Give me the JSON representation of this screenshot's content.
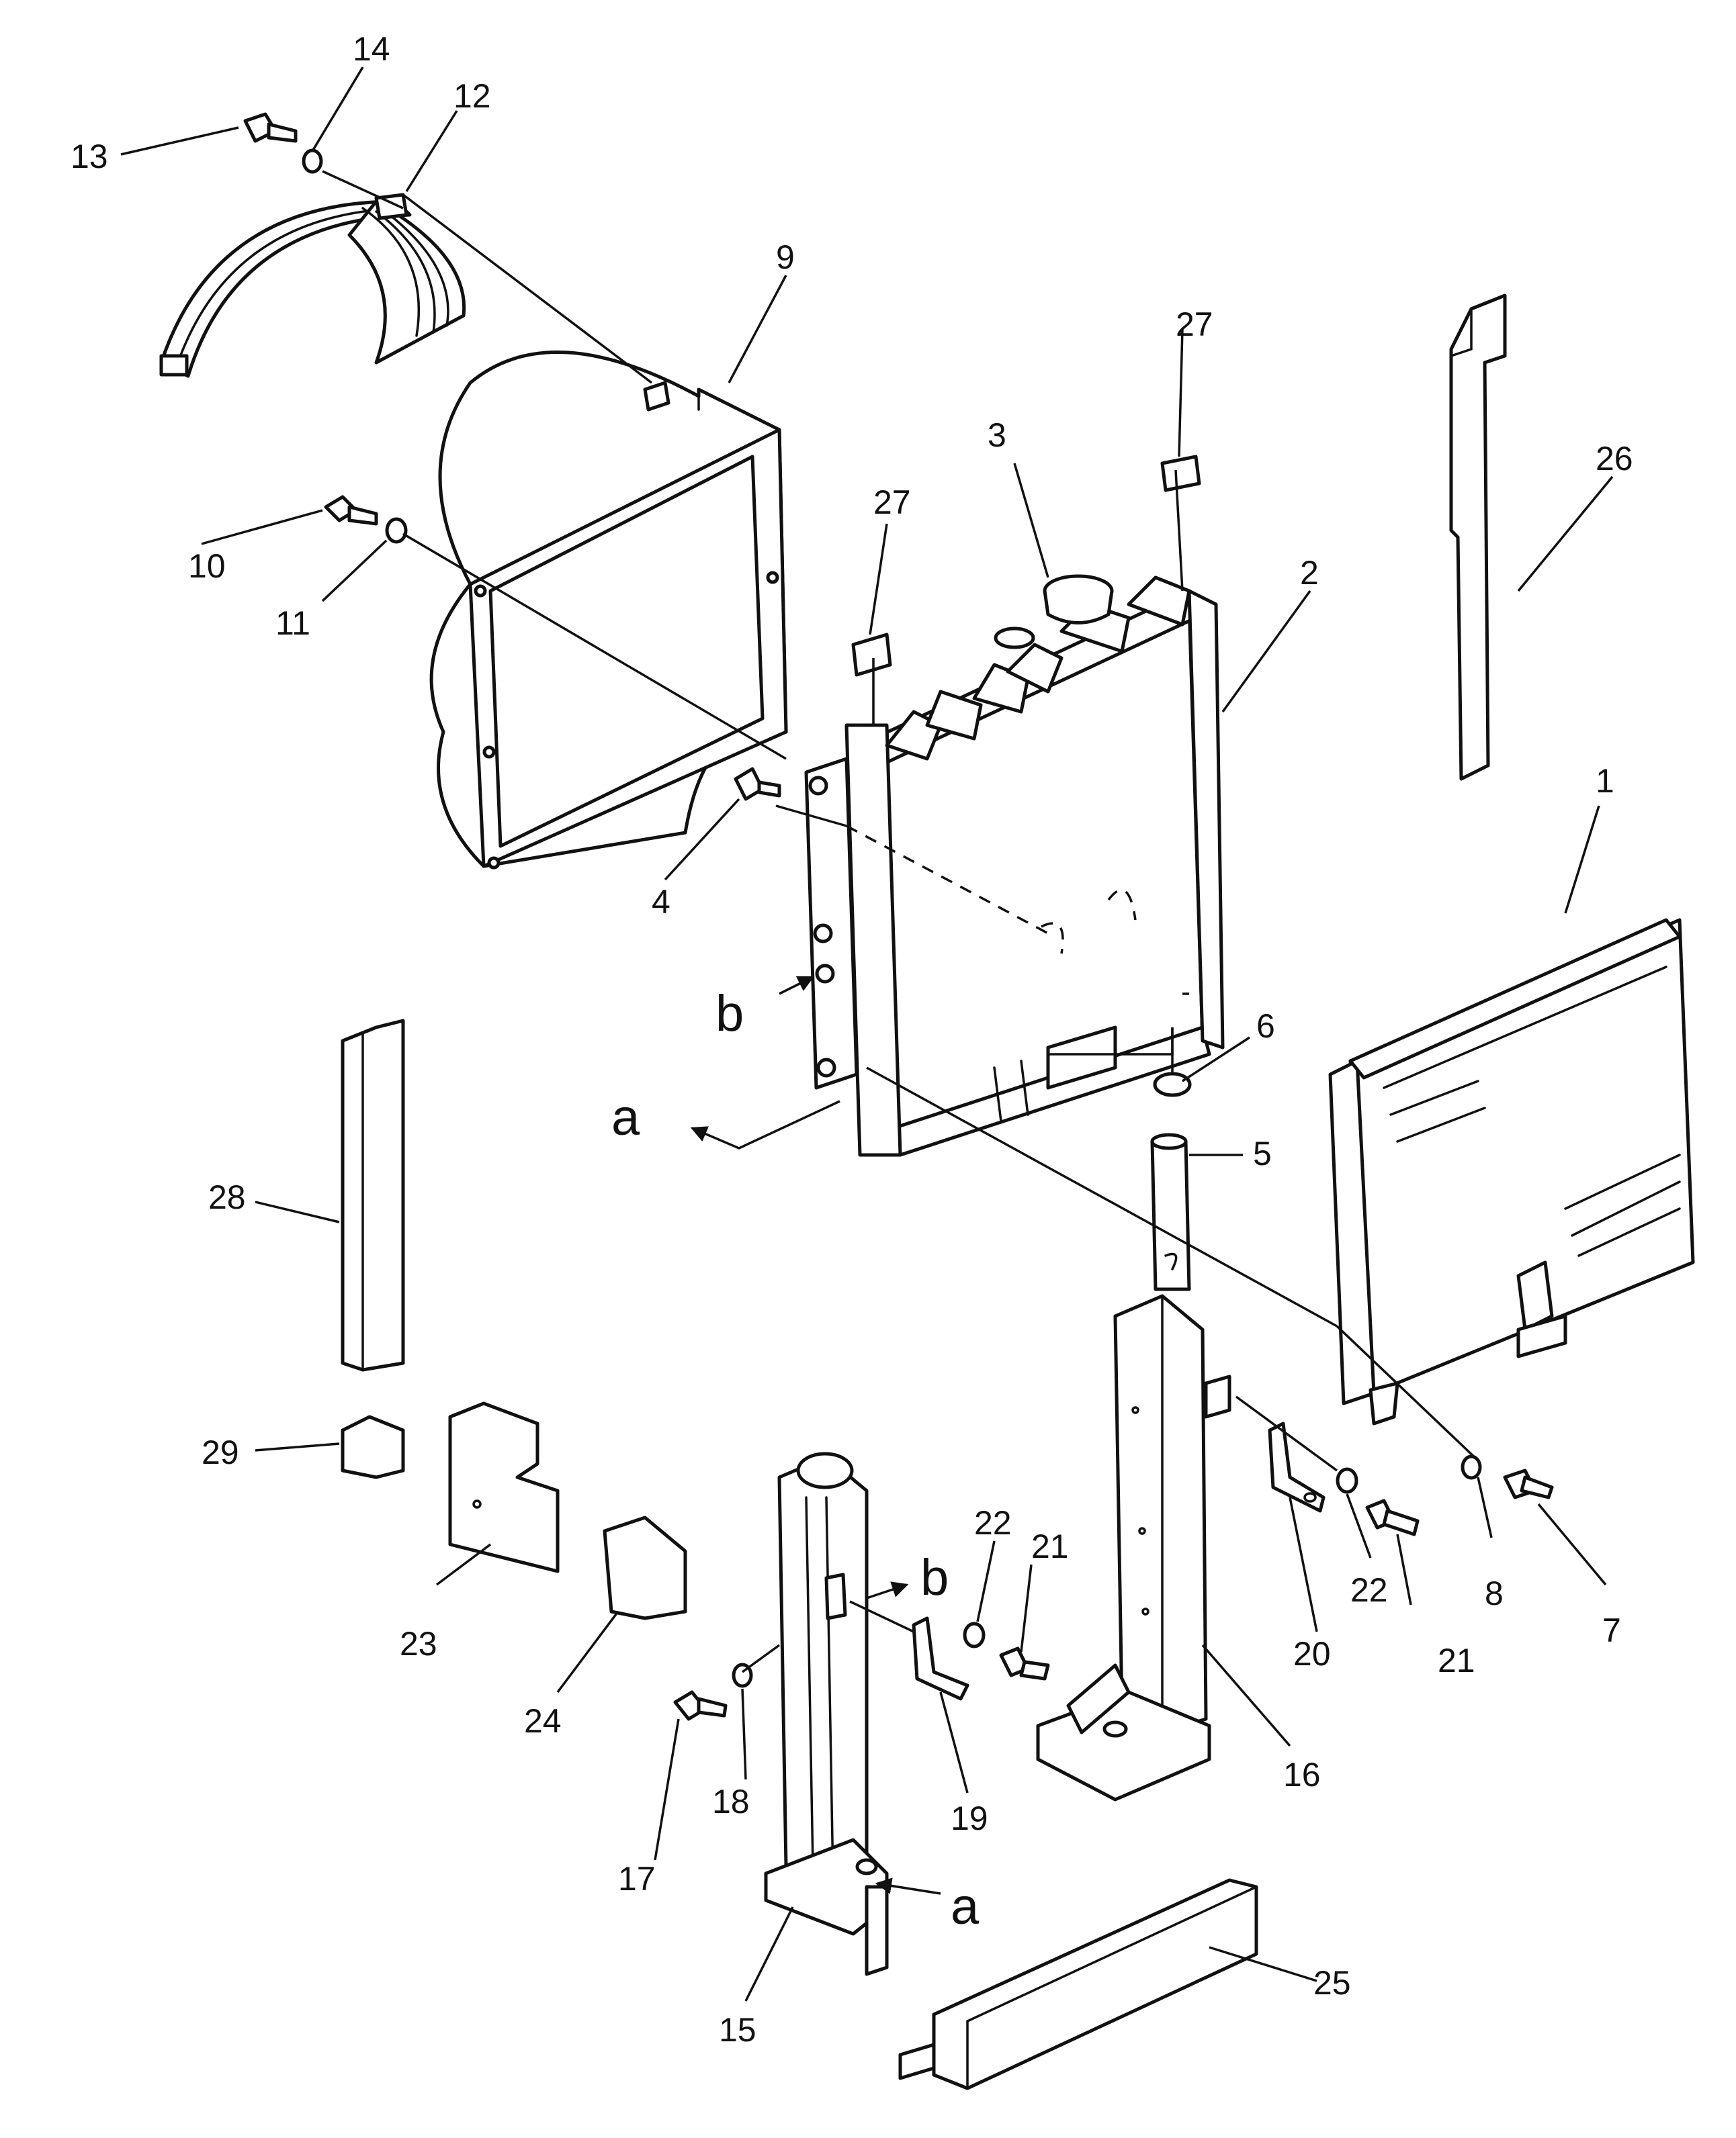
{
  "labels": {
    "n1": "1",
    "n2": "2",
    "n3": "3",
    "n4": "4",
    "n5": "5",
    "n6": "6",
    "n7": "7",
    "n8": "8",
    "n9": "9",
    "n10": "10",
    "n11": "11",
    "n12": "12",
    "n13": "13",
    "n14": "14",
    "n15": "15",
    "n16": "16",
    "n17": "17",
    "n18": "18",
    "n19": "19",
    "n20": "20",
    "n21a": "21",
    "n21b": "21",
    "n22a": "22",
    "n22b": "22",
    "n23": "23",
    "n24": "24",
    "n25": "25",
    "n26": "26",
    "n27a": "27",
    "n27b": "27",
    "n28": "28",
    "n29": "29",
    "ref_a1": "a",
    "ref_a2": "a",
    "ref_b1": "b",
    "ref_b2": "b"
  },
  "colors": {
    "line": "#111111",
    "background": "#ffffff"
  }
}
